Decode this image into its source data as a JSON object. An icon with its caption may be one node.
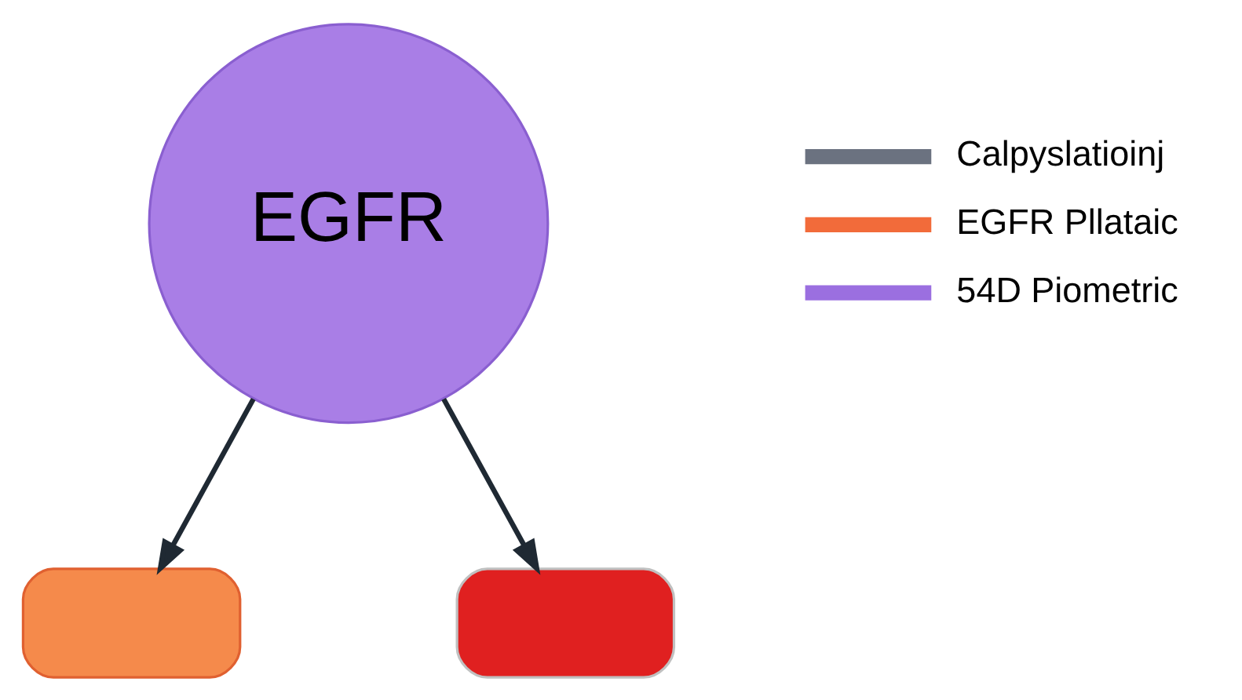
{
  "diagram": {
    "nodes": [
      {
        "text": [
          "EGFR"
        ]
      },
      {
        "text": [],
        "shape": "box"
      },
      {
        "text": [],
        "shape": "box"
      }
    ],
    "edges": [
      {
        "from": 0,
        "to": 1,
        "arrow": "to"
      },
      {
        "from": 0,
        "to": 2,
        "arrow": "to"
      }
    ],
    "legend": [
      {
        "text": "Calpyslatioinj"
      },
      {
        "text": "EGFR Pllataic",
        "color": "#f26b3a"
      },
      {
        "text": "54D Piometric",
        "color": "#9b6fe0"
      }
    ]
  }
}
